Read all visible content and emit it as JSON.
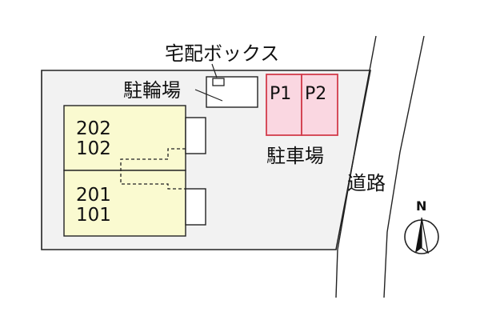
{
  "labels": {
    "delivery_box": "宅配ボックス",
    "bicycle_parking": "駐輪場",
    "parking": "駐車場",
    "road": "道路",
    "north": "N"
  },
  "parking_spaces": [
    "P1",
    "P2"
  ],
  "building": {
    "upper_units": [
      "202",
      "102"
    ],
    "lower_units": [
      "201",
      "101"
    ]
  },
  "colors": {
    "lot_fill": "#f2f2f2",
    "building_fill": "#fafad0",
    "parking_fill": "#fad7e1",
    "parking_stroke": "#d23c4b",
    "line": "#222222"
  }
}
